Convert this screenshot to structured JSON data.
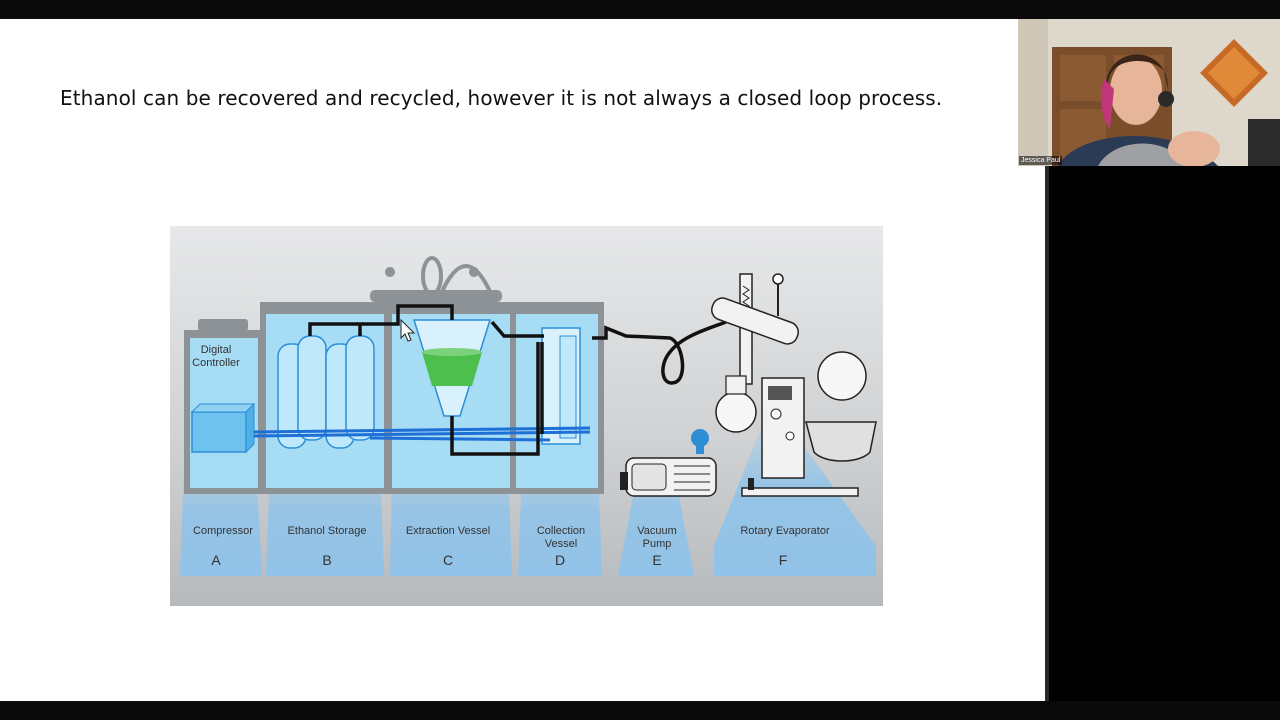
{
  "slide": {
    "text": "Ethanol can be recovered and recycled, however it is not always a closed loop process."
  },
  "diagram": {
    "controller_label_line1": "Digital",
    "controller_label_line2": "Controller",
    "stations": [
      {
        "name": "Compressor",
        "letter": "A"
      },
      {
        "name": "Ethanol Storage",
        "letter": "B"
      },
      {
        "name": "Extraction Vessel",
        "letter": "C"
      },
      {
        "name_line1": "Collection",
        "name_line2": "Vessel",
        "letter": "D"
      },
      {
        "name_line1": "Vacuum",
        "name_line2": "Pump",
        "letter": "E"
      },
      {
        "name": "Rotary Evaporator",
        "letter": "F"
      }
    ]
  },
  "video": {
    "participant_name": "Jessica Paul"
  },
  "colors": {
    "tank_blue": "#a7dcf5",
    "pipe_blue": "#1e6fd6",
    "pipe_black": "#111111",
    "liquid_green": "#4cbf4c"
  }
}
